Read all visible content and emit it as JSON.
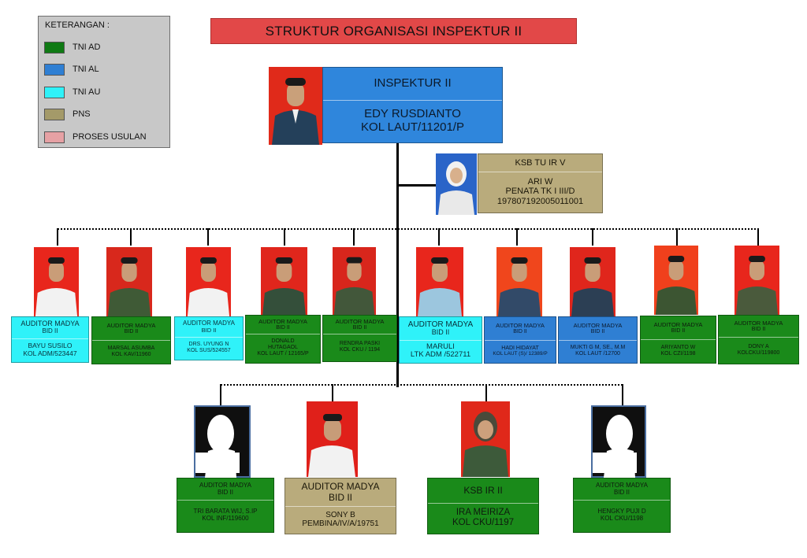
{
  "legend": {
    "title": "KETERANGAN :",
    "items": [
      {
        "label": "TNI AD",
        "color": "#0f7a14"
      },
      {
        "label": "TNI AL",
        "color": "#2f7fd3"
      },
      {
        "label": "TNI AU",
        "color": "#2ff2f9"
      },
      {
        "label": "PNS",
        "color": "#a49a69"
      },
      {
        "label": "PROSES USULAN",
        "color": "#e6a1a4"
      }
    ]
  },
  "title": "STRUKTUR ORGANISASI INSPEKTUR II",
  "inspektur": {
    "role": "INSPEKTUR  II",
    "name": "EDY RUSDIANTO",
    "rank": "KOL LAUT/11201/P"
  },
  "ksb_tu": {
    "role": "KSB  TU IR V",
    "name": "ARI W",
    "rank": "PENATA  TK I III/D",
    "nip": "197807192005011001"
  },
  "auditors_row1": [
    {
      "role": "AUDITOR MADYA",
      "unit": "BID II",
      "name": "BAYU SUSILO",
      "rank": "KOL  ADM/523447",
      "branch": "cyan",
      "color": "#2ff2f9"
    },
    {
      "role": "AUDITOR MADYA",
      "unit": "BID II",
      "name": "MARSAL ASUMBA",
      "rank": "KOL KAV/11960",
      "branch": "green",
      "color": "#1a8a1a"
    },
    {
      "role": "AUDITOR MADYA",
      "unit": "BID II",
      "name": "DRS. UYUNG N",
      "rank": "KOL SUS/524557",
      "branch": "cyan",
      "color": "#2ff2f9"
    },
    {
      "role": "AUDITOR MADYA",
      "unit": "BID II",
      "name": "DONALD",
      "name2": "HUTAGAOL",
      "rank": "KOL LAUT / 12165/P",
      "branch": "green",
      "color": "#1a8a1a"
    },
    {
      "role": "AUDITOR MADYA",
      "unit": "BID II",
      "name": "RENDRA PASKI",
      "rank": "KOL CKU / 1194",
      "branch": "green",
      "color": "#1a8a1a"
    },
    {
      "role": "AUDITOR MADYA",
      "unit": "BID II",
      "name": "MARULI",
      "rank": "LTK ADM /522711",
      "branch": "cyan",
      "color": "#2ff2f9"
    },
    {
      "role": "AUDITOR MADYA",
      "unit": "BID II",
      "name": "HADI HIDAYAT",
      "rank": "KOL LAUT (S)/ 12389/P",
      "branch": "blue",
      "color": "#2f7fd3"
    },
    {
      "role": "AUDITOR MADYA",
      "unit": "BID II",
      "name": "MUKTI G M, SE., M.M",
      "rank": "KOL LAUT /12700",
      "branch": "blue",
      "color": "#2f7fd3"
    },
    {
      "role": "AUDITOR MADYA",
      "unit": "BID II",
      "name": "ARIYANTO W",
      "rank": "KOL CZI/1198",
      "branch": "green",
      "color": "#1a8a1a"
    },
    {
      "role": "AUDITOR MADYA",
      "unit": "BID II",
      "name": "DONY A",
      "rank": "KOLCKU/119800",
      "branch": "green",
      "color": "#1a8a1a"
    }
  ],
  "auditors_row2": [
    {
      "role": "AUDITOR MADYA",
      "unit": "BID II",
      "name": "TRI BARATA WIJ, S.IP",
      "rank": "KOL INF/119600",
      "branch": "green",
      "color": "#1a8a1a"
    },
    {
      "role": "AUDITOR MADYA",
      "unit": "BID II",
      "name": "SONY B",
      "rank": "PEMBINA/IV/A/19751",
      "branch": "khaki",
      "color": "#b9ab7c"
    },
    {
      "role": "KSB IR II",
      "unit": "",
      "name": "IRA MEIRIZA",
      "rank": "KOL CKU/1197",
      "branch": "green",
      "color": "#1a8a1a"
    },
    {
      "role": "AUDITOR MADYA",
      "unit": "BID II",
      "name": "HENGKY PUJI D",
      "rank": "KOL CKU/1198",
      "branch": "green",
      "color": "#1a8a1a"
    }
  ]
}
